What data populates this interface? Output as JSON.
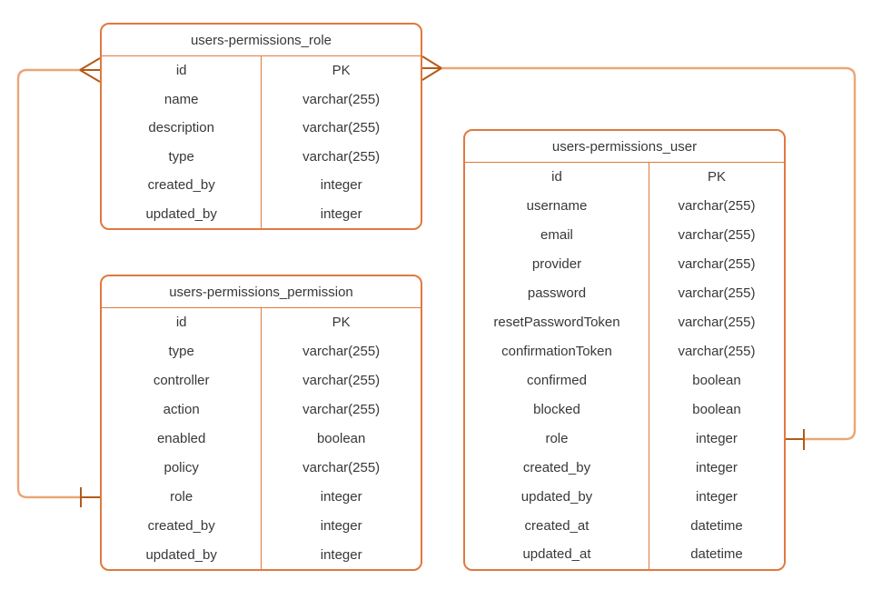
{
  "diagram": {
    "kind": "entity-relationship-diagram",
    "background": "#ffffff"
  },
  "colors": {
    "entity_border": "#e0793e",
    "connector_line": "#eaa676",
    "connector_marker": "#b45a18",
    "text": "#383838",
    "entity_fill": "#ffffff"
  },
  "entities": [
    {
      "title": "users-permissions_role",
      "rows": [
        {
          "field": "id",
          "type": "PK"
        },
        {
          "field": "name",
          "type": "varchar(255)"
        },
        {
          "field": "description",
          "type": "varchar(255)"
        },
        {
          "field": "type",
          "type": "varchar(255)"
        },
        {
          "field": "created_by",
          "type": "integer"
        },
        {
          "field": "updated_by",
          "type": "integer"
        }
      ]
    },
    {
      "title": "users-permissions_permission",
      "rows": [
        {
          "field": "id",
          "type": "PK"
        },
        {
          "field": "type",
          "type": "varchar(255)"
        },
        {
          "field": "controller",
          "type": "varchar(255)"
        },
        {
          "field": "action",
          "type": "varchar(255)"
        },
        {
          "field": "enabled",
          "type": "boolean"
        },
        {
          "field": "policy",
          "type": "varchar(255)"
        },
        {
          "field": "role",
          "type": "integer"
        },
        {
          "field": "created_by",
          "type": "integer"
        },
        {
          "field": "updated_by",
          "type": "integer"
        }
      ]
    },
    {
      "title": "users-permissions_user",
      "rows": [
        {
          "field": "id",
          "type": "PK"
        },
        {
          "field": "username",
          "type": "varchar(255)"
        },
        {
          "field": "email",
          "type": "varchar(255)"
        },
        {
          "field": "provider",
          "type": "varchar(255)"
        },
        {
          "field": "password",
          "type": "varchar(255)"
        },
        {
          "field": "resetPasswordToken",
          "type": "varchar(255)"
        },
        {
          "field": "confirmationToken",
          "type": "varchar(255)"
        },
        {
          "field": "confirmed",
          "type": "boolean"
        },
        {
          "field": "blocked",
          "type": "boolean"
        },
        {
          "field": "role",
          "type": "integer"
        },
        {
          "field": "created_by",
          "type": "integer"
        },
        {
          "field": "updated_by",
          "type": "integer"
        },
        {
          "field": "created_at",
          "type": "datetime"
        },
        {
          "field": "updated_at",
          "type": "datetime"
        }
      ]
    }
  ],
  "relationships": [
    {
      "from_entity": "users-permissions_role",
      "from_field": "id",
      "from_cardinality": "many",
      "to_entity": "users-permissions_permission",
      "to_field": "role",
      "to_cardinality": "one"
    },
    {
      "from_entity": "users-permissions_role",
      "from_field": "id",
      "from_cardinality": "many",
      "to_entity": "users-permissions_user",
      "to_field": "role",
      "to_cardinality": "one"
    }
  ]
}
